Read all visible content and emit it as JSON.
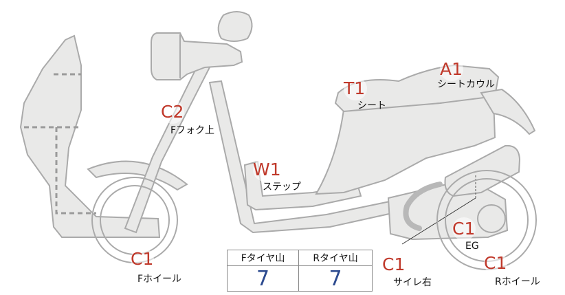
{
  "markers": [
    {
      "id": "c2-fork",
      "code": "C2",
      "label": "Fフォク上"
    },
    {
      "id": "t1-seat",
      "code": "T1",
      "label": "シート"
    },
    {
      "id": "a1-seat-cowl",
      "code": "A1",
      "label": "シートカウル"
    },
    {
      "id": "w1-step",
      "code": "W1",
      "label": "ステップ"
    },
    {
      "id": "c1-front-wheel",
      "code": "C1",
      "label": "Fホイール"
    },
    {
      "id": "c1-muffler",
      "code": "C1",
      "label": "サイレ右"
    },
    {
      "id": "c1-engine",
      "code": "C1",
      "label": "EG"
    },
    {
      "id": "c1-rear-wheel",
      "code": "C1",
      "label": "Rホイール"
    }
  ],
  "tread_table": {
    "headers": [
      "Fタイヤ山",
      "Rタイヤ山"
    ],
    "values": [
      "7",
      "7"
    ]
  },
  "colors": {
    "code": "#c0392b",
    "value": "#2c4a8f",
    "part_fill": "#e9e9e8",
    "part_stroke": "#aaaaaa",
    "dotted": "#9a9a9a"
  }
}
